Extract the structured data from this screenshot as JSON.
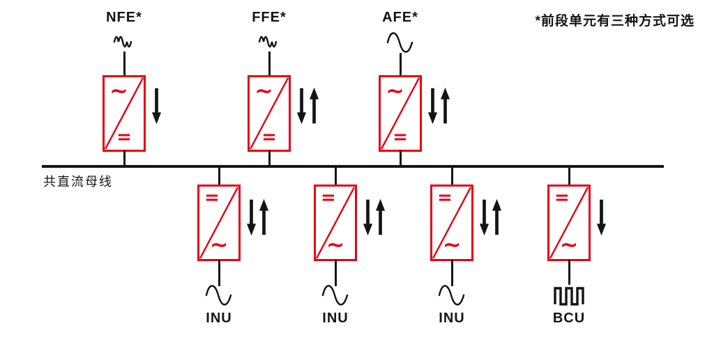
{
  "note": "*前段单元有三种方式可选",
  "bus": {
    "label": "共直流母线"
  },
  "symbols": {
    "ac": "∼",
    "dc": "="
  },
  "top_units": [
    {
      "label": "NFE*",
      "source_icon": "distorted-wave",
      "arrows": [
        "down"
      ]
    },
    {
      "label": "FFE*",
      "source_icon": "distorted-wave",
      "arrows": [
        "down",
        "up"
      ]
    },
    {
      "label": "AFE*",
      "source_icon": "sine-wave",
      "arrows": [
        "down",
        "up"
      ]
    }
  ],
  "bottom_units": [
    {
      "label": "INU",
      "load_icon": "sine-wave",
      "arrows": [
        "down",
        "up"
      ]
    },
    {
      "label": "INU",
      "load_icon": "sine-wave",
      "arrows": [
        "down",
        "up"
      ]
    },
    {
      "label": "INU",
      "load_icon": "sine-wave",
      "arrows": [
        "down",
        "up"
      ]
    },
    {
      "label": "BCU",
      "load_icon": "square-wave",
      "arrows": [
        "down"
      ]
    }
  ],
  "colors": {
    "converter_red": "#e60012",
    "line_black": "#141414"
  }
}
